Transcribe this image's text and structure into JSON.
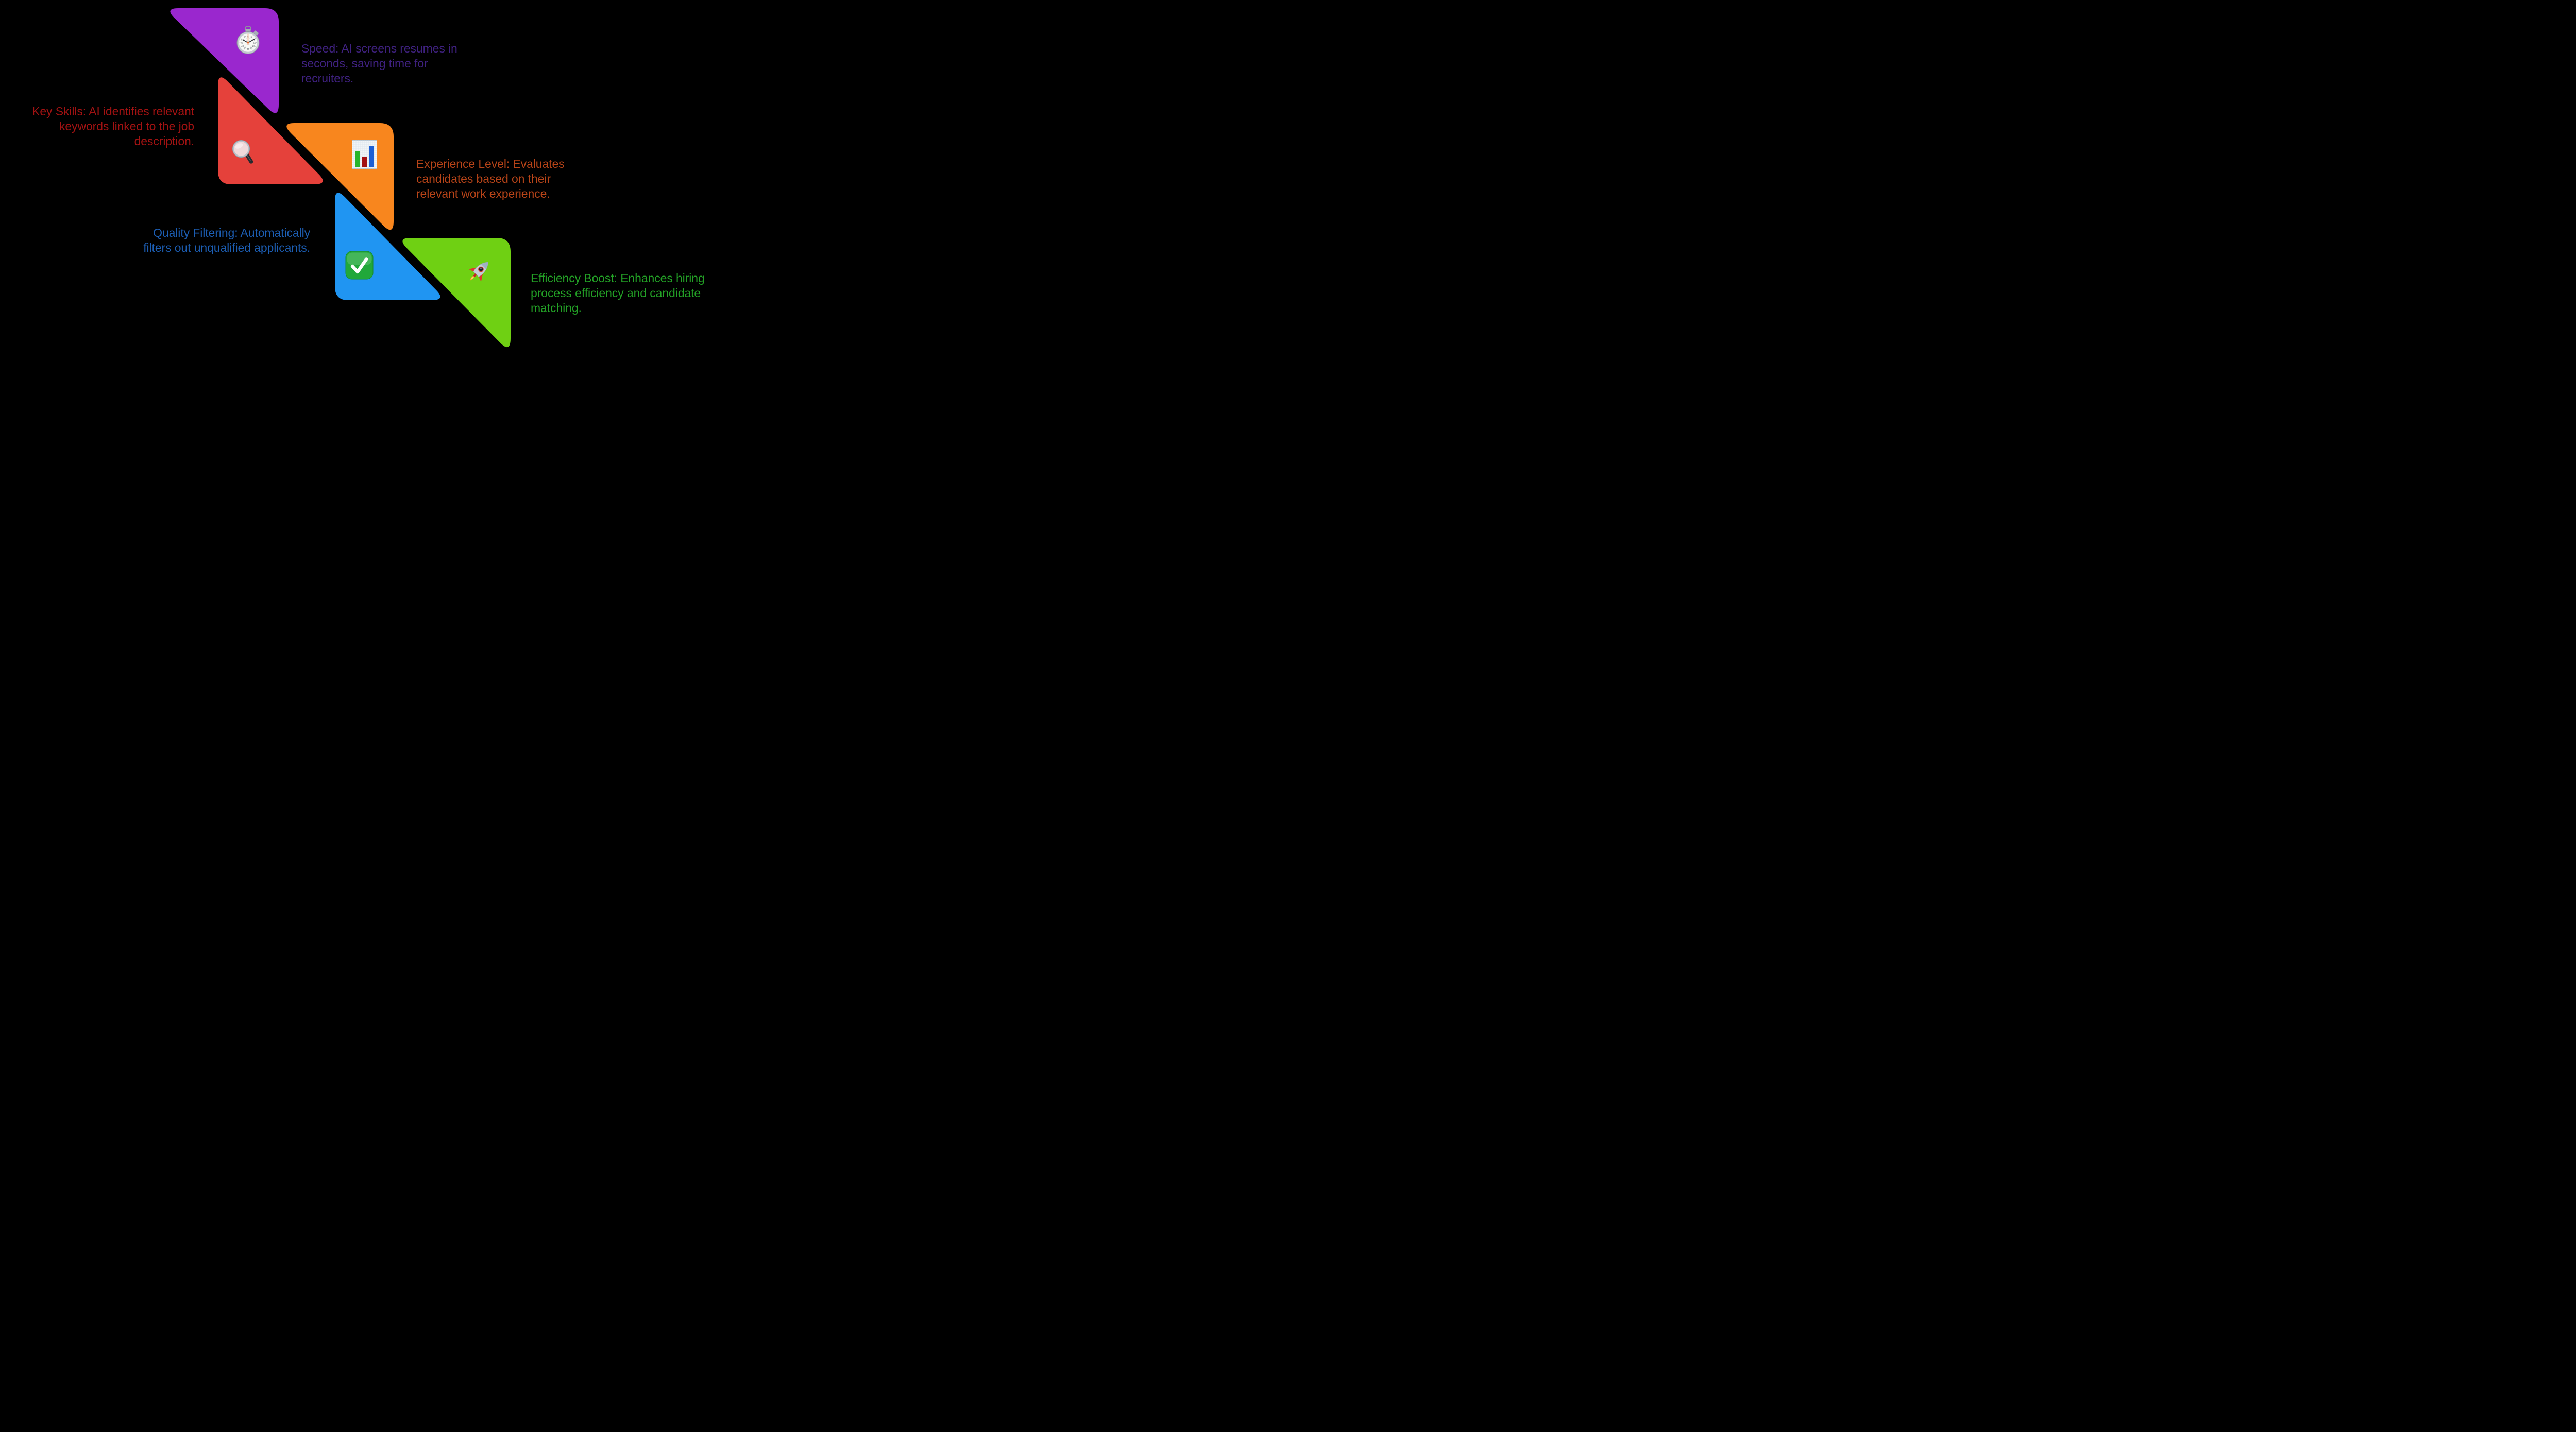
{
  "canvas": {
    "background": "#000000"
  },
  "items": [
    {
      "icon": "stopwatch-icon",
      "shape_color": "#9a27ce",
      "text_color": "#3f2180",
      "text": "Speed: AI screens resumes in\nseconds, saving time for\nrecruiters."
    },
    {
      "icon": "magnifying-glass-icon",
      "shape_color": "#e5413b",
      "text_color": "#a21212",
      "text": "Key Skills: AI identifies relevant\nkeywords linked to the job\ndescription."
    },
    {
      "icon": "bar-chart-icon",
      "shape_color": "#f8861e",
      "text_color": "#b84418",
      "text": "Experience Level: Evaluates\ncandidates based on their\nrelevant work experience."
    },
    {
      "icon": "check-mark-icon",
      "shape_color": "#2095f2",
      "text_color": "#1c5eb4",
      "text": "Quality Filtering: Automatically\nfilters out unqualified applicants."
    },
    {
      "icon": "rocket-icon",
      "shape_color": "#6fd013",
      "text_color": "#23a126",
      "text": "Efficiency Boost: Enhances hiring\nprocess efficiency and candidate\nmatching."
    }
  ]
}
